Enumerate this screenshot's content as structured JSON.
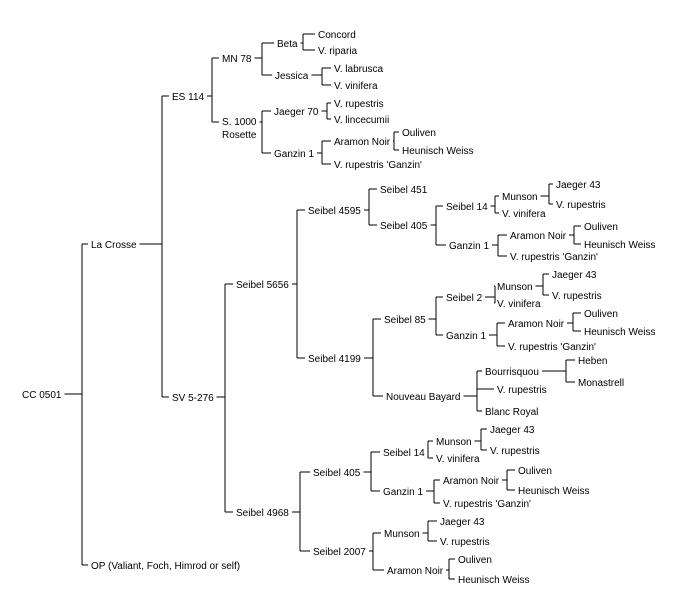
{
  "root": {
    "label": "CC 0501",
    "children": [
      {
        "label": "La Crosse",
        "children": [
          {
            "label": "ES 114",
            "children": [
              {
                "label": "MN 78",
                "children": [
                  {
                    "label": "Beta",
                    "children": [
                      {
                        "label": "Concord"
                      },
                      {
                        "label": "V. riparia"
                      }
                    ]
                  },
                  {
                    "label": "Jessica",
                    "children": [
                      {
                        "label": "V. labrusca"
                      },
                      {
                        "label": "V. vinifera"
                      }
                    ]
                  }
                ]
              },
              {
                "label": "S. 1000 Rosette",
                "children": [
                  {
                    "label": "Jaeger 70",
                    "children": [
                      {
                        "label": "V. rupestris"
                      },
                      {
                        "label": "V. lincecumii"
                      }
                    ]
                  },
                  {
                    "label": "Ganzin 1",
                    "children": [
                      {
                        "label": "Aramon Noir",
                        "children": [
                          {
                            "label": "Ouliven"
                          },
                          {
                            "label": "Heunisch Weiss"
                          }
                        ]
                      },
                      {
                        "label": "V. rupestris 'Ganzin'"
                      }
                    ]
                  }
                ]
              }
            ]
          },
          {
            "label": "SV 5-276",
            "children": [
              {
                "label": "Seibel 5656",
                "children": [
                  {
                    "label": "Seibel 4595",
                    "children": [
                      {
                        "label": "Seibel 451"
                      },
                      {
                        "label": "Seibel 405",
                        "children": [
                          {
                            "label": "Seibel 14",
                            "children": [
                              {
                                "label": "Munson",
                                "children": [
                                  {
                                    "label": "Jaeger 43"
                                  },
                                  {
                                    "label": "V. rupestris"
                                  }
                                ]
                              },
                              {
                                "label": "V. vinifera"
                              }
                            ]
                          },
                          {
                            "label": "Ganzin 1",
                            "children": [
                              {
                                "label": "Aramon Noir",
                                "children": [
                                  {
                                    "label": "Ouliven"
                                  },
                                  {
                                    "label": "Heunisch Weiss"
                                  }
                                ]
                              },
                              {
                                "label": "V. rupestris 'Ganzin'"
                              }
                            ]
                          }
                        ]
                      }
                    ]
                  },
                  {
                    "label": "Seibel 4199",
                    "children": [
                      {
                        "label": "Seibel 85",
                        "children": [
                          {
                            "label": "Seibel 2",
                            "children": [
                              {
                                "label": "Munson",
                                "children": [
                                  {
                                    "label": "Jaeger 43"
                                  },
                                  {
                                    "label": "V. rupestris"
                                  }
                                ]
                              },
                              {
                                "label": "V. vinifera"
                              }
                            ]
                          },
                          {
                            "label": "Ganzin 1",
                            "children": [
                              {
                                "label": "Aramon Noir",
                                "children": [
                                  {
                                    "label": "Ouliven"
                                  },
                                  {
                                    "label": "Heunisch Weiss"
                                  }
                                ]
                              },
                              {
                                "label": "V. rupestris 'Ganzin'"
                              }
                            ]
                          }
                        ]
                      },
                      {
                        "label": "Nouveau Bayard",
                        "children": [
                          {
                            "label": "Bourrisquou",
                            "children": [
                              {
                                "label": "Heben"
                              },
                              {
                                "label": "Monastrell"
                              }
                            ]
                          },
                          {
                            "label": "V. rupestris"
                          },
                          {
                            "label": "Blanc Royal"
                          }
                        ]
                      }
                    ]
                  }
                ]
              },
              {
                "label": "Seibel 4968",
                "children": [
                  {
                    "label": "Seibel 405",
                    "children": [
                      {
                        "label": "Seibel 14",
                        "children": [
                          {
                            "label": "Munson",
                            "children": [
                              {
                                "label": "Jaeger 43"
                              },
                              {
                                "label": "V. rupestris"
                              }
                            ]
                          },
                          {
                            "label": "V. vinifera"
                          }
                        ]
                      },
                      {
                        "label": "Ganzin 1",
                        "children": [
                          {
                            "label": "Aramon Noir",
                            "children": [
                              {
                                "label": "Ouliven"
                              },
                              {
                                "label": "Heunisch Weiss"
                              }
                            ]
                          },
                          {
                            "label": "V. rupestris 'Ganzin'"
                          }
                        ]
                      }
                    ]
                  },
                  {
                    "label": "Seibel 2007",
                    "children": [
                      {
                        "label": "Munson",
                        "children": [
                          {
                            "label": "Jaeger 43"
                          },
                          {
                            "label": "V. rupestris"
                          }
                        ]
                      },
                      {
                        "label": "Aramon Noir",
                        "children": [
                          {
                            "label": "Ouliven"
                          },
                          {
                            "label": "Heunisch Weiss"
                          }
                        ]
                      }
                    ]
                  }
                ]
              }
            ]
          }
        ]
      },
      {
        "label": "OP (Valiant, Foch, Himrod or self)"
      }
    ]
  }
}
